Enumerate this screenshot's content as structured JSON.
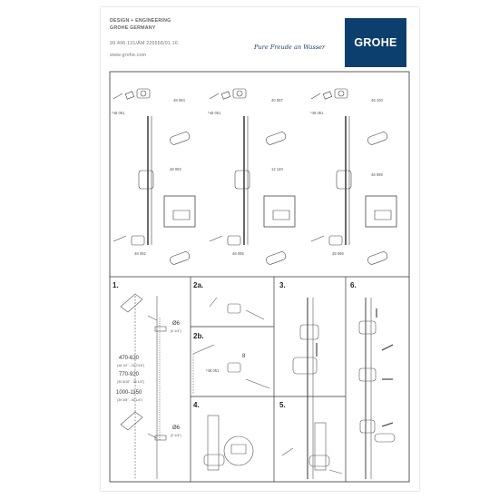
{
  "header": {
    "line1": "DESIGN + ENGINEERING",
    "line2": "GROHE GERMANY",
    "doc_id": "99.496.131/ÄM 226558/01.16",
    "website": "www.grohe.com",
    "brand": "GROHE",
    "slogan": "Pure Freude an Wasser"
  },
  "parts": {
    "col1": {
      "top_left": "*48 051",
      "top_right": "48 094",
      "middle": "48 093",
      "bottom": "48 092"
    },
    "col2": {
      "top_left": "*48 051",
      "top_right": "40 097",
      "middle": "12 140",
      "bottom": "48 095"
    },
    "col3": {
      "top_left": "*48 051",
      "top_right": "48 100",
      "middle": "48 099",
      "bottom": "48 096"
    }
  },
  "steps": {
    "s1": "1.",
    "s2a": "2a.",
    "s2b": "2b.",
    "s3": "3.",
    "s4": "4.",
    "s5": "5.",
    "s6": "6."
  },
  "step1_dims": {
    "diam_top": "Ø6",
    "diam_top_in": "(0 1/4\")",
    "range1": "470-620",
    "range1_in": "(18 1/2\" - 24 7/16\")",
    "range2": "770-920",
    "range2_in": "(30 5/16\" - 36 1/4\")",
    "range3": "1000-1150",
    "range3_in": "(39 3/8\" - 45 1/4\")",
    "diam_bottom": "Ø6",
    "diam_bottom_in": "(0 1/4\")"
  },
  "step2b": {
    "size": "8",
    "part": "*48 051"
  }
}
